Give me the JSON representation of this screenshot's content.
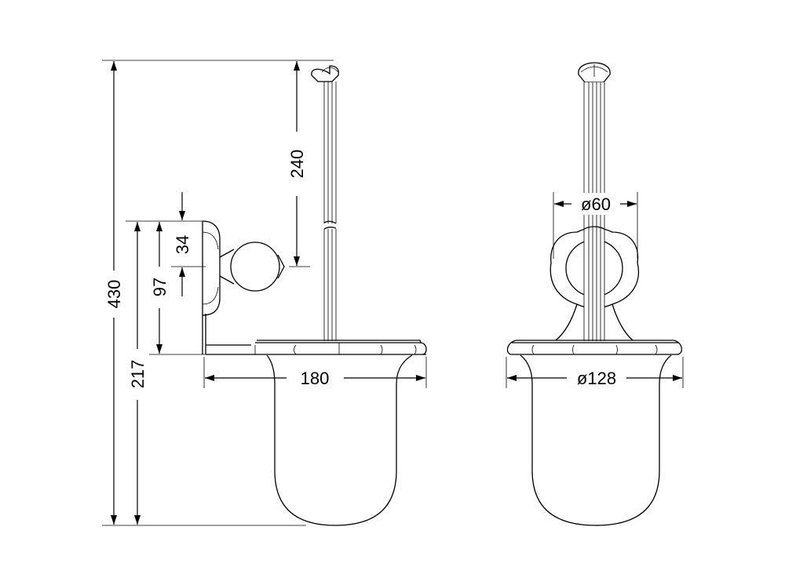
{
  "drawing": {
    "side_view": {
      "dimensions": {
        "overall_height": "430",
        "mount_height": "217",
        "plate_height": "97",
        "ball_offset": "34",
        "stem_to_ball": "240",
        "depth": "180"
      }
    },
    "front_view": {
      "dimensions": {
        "rosette_diameter": "ø60",
        "tray_diameter": "ø128"
      }
    },
    "line_color": "#000000",
    "background_color": "#ffffff"
  }
}
